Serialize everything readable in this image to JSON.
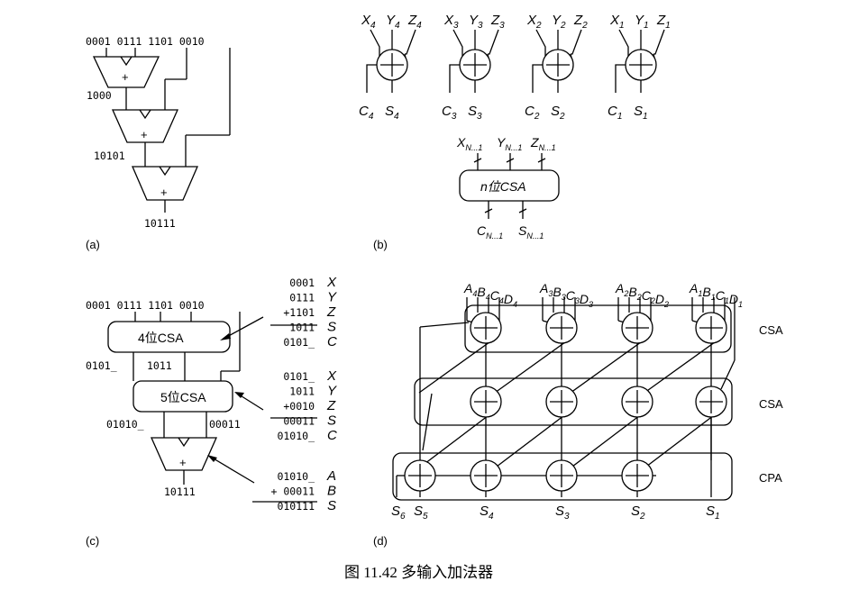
{
  "caption": "图 11.42 多输入加法器",
  "panel_a": {
    "label": "(a)",
    "inputs": "0001 0111 1101 0010",
    "plus": "+",
    "sum1": "1000",
    "sum2": "10101",
    "result": "10111"
  },
  "panel_b": {
    "label": "(b)",
    "adders": [
      {
        "x": "X",
        "xs": "4",
        "y": "Y",
        "ys": "4",
        "z": "Z",
        "zs": "4",
        "c": "C",
        "cs": "4",
        "s": "S",
        "ss": "4"
      },
      {
        "x": "X",
        "xs": "3",
        "y": "Y",
        "ys": "3",
        "z": "Z",
        "zs": "3",
        "c": "C",
        "cs": "3",
        "s": "S",
        "ss": "3"
      },
      {
        "x": "X",
        "xs": "2",
        "y": "Y",
        "ys": "2",
        "z": "Z",
        "zs": "2",
        "c": "C",
        "cs": "2",
        "s": "S",
        "ss": "2"
      },
      {
        "x": "X",
        "xs": "1",
        "y": "Y",
        "ys": "1",
        "z": "Z",
        "zs": "1",
        "c": "C",
        "cs": "1",
        "s": "S",
        "ss": "1"
      }
    ],
    "box_label": "n位CSA",
    "in_x": "X",
    "in_y": "Y",
    "in_z": "Z",
    "in_sub": "N...1",
    "out_c": "C",
    "out_s": "S",
    "out_sub": "N...1"
  },
  "panel_c": {
    "label": "(c)",
    "inputs": "0001 0111 1101 0010",
    "csa4": "4位CSA",
    "csa5": "5位CSA",
    "mid_left": "0101_",
    "mid_right": "1011",
    "low_left": "01010_",
    "low_right": "00011",
    "plus": "+",
    "result": "10111",
    "table1": [
      {
        "v": "0001",
        "n": "X"
      },
      {
        "v": "0111",
        "n": "Y"
      },
      {
        "v": "+1101",
        "n": "Z"
      },
      {
        "v": "1011",
        "n": "S"
      },
      {
        "v": "0101_",
        "n": "C"
      }
    ],
    "table2": [
      {
        "v": "0101_",
        "n": "X"
      },
      {
        "v": "1011",
        "n": "Y"
      },
      {
        "v": "+0010",
        "n": "Z"
      },
      {
        "v": "00011",
        "n": "S"
      },
      {
        "v": "01010_",
        "n": "C"
      }
    ],
    "table3": [
      {
        "v": "01010_",
        "n": "A"
      },
      {
        "v": "+ 00011",
        "n": "B"
      },
      {
        "v": "010111",
        "n": "S"
      }
    ]
  },
  "panel_d": {
    "label": "(d)",
    "row_labels": [
      "CSA",
      "CSA",
      "CPA"
    ],
    "top_groups": [
      [
        {
          "t": "A",
          "s": "4"
        },
        {
          "t": "B",
          "s": "4"
        },
        {
          "t": "C",
          "s": "4"
        },
        {
          "t": "D",
          "s": "4"
        }
      ],
      [
        {
          "t": "A",
          "s": "3"
        },
        {
          "t": "B",
          "s": "3"
        },
        {
          "t": "C",
          "s": "3"
        },
        {
          "t": "D",
          "s": "3"
        }
      ],
      [
        {
          "t": "A",
          "s": "2"
        },
        {
          "t": "B",
          "s": "2"
        },
        {
          "t": "C",
          "s": "2"
        },
        {
          "t": "D",
          "s": "2"
        }
      ],
      [
        {
          "t": "A",
          "s": "1"
        },
        {
          "t": "B",
          "s": "1"
        },
        {
          "t": "C",
          "s": "1"
        },
        {
          "t": "D",
          "s": "1"
        }
      ]
    ],
    "outputs": [
      {
        "t": "S",
        "s": "6"
      },
      {
        "t": "S",
        "s": "5"
      },
      {
        "t": "S",
        "s": "4"
      },
      {
        "t": "S",
        "s": "3"
      },
      {
        "t": "S",
        "s": "2"
      },
      {
        "t": "S",
        "s": "1"
      }
    ]
  }
}
